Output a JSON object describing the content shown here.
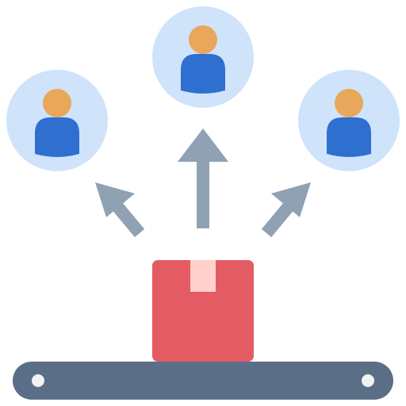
{
  "illustration": {
    "subject": "distribution-icon",
    "recipients": [
      {
        "id": "recipient-left"
      },
      {
        "id": "recipient-center"
      },
      {
        "id": "recipient-right"
      }
    ],
    "colors": {
      "recipient_bg": "#cfe3fb",
      "head": "#e8a75a",
      "body": "#2f6fd0",
      "arrow": "#8fa1b3",
      "box": "#e55b63",
      "box_tape": "#ffd0cc",
      "conveyor": "#5b6e87",
      "conveyor_roller": "#f2f2f2"
    }
  }
}
